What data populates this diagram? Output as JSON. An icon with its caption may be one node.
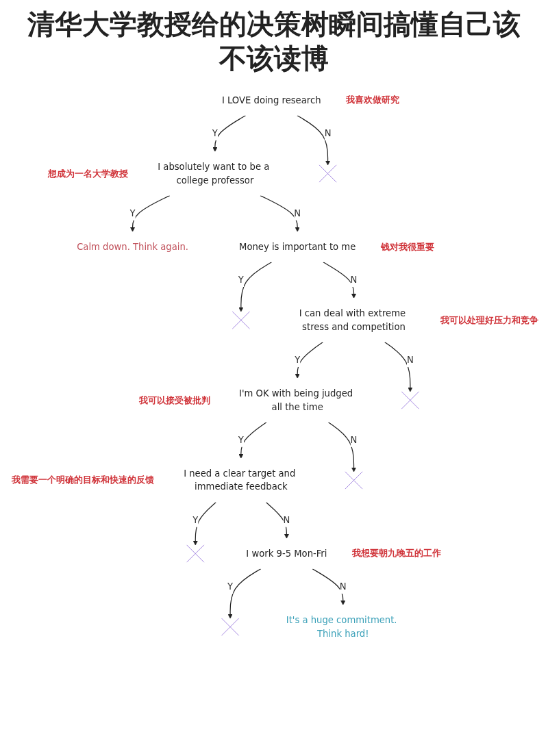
{
  "diagram": {
    "title": "清华大学教授给的决策树瞬间搞懂自己该不该读博",
    "nodes": [
      {
        "text": [
          "I LOVE doing research"
        ],
        "beside": [
          "我喜欢做研究"
        ]
      },
      {
        "text": [
          "I absolutely want to be a college professor"
        ],
        "beside": [
          "想成为一名大学教授"
        ]
      },
      {
        "text": [],
        "shape": "cross"
      },
      {
        "text": [
          "Calm down. Think again."
        ]
      },
      {
        "text": [
          "Money is important to me"
        ],
        "beside": [
          "钱对我很重要"
        ]
      },
      {
        "text": [],
        "shape": "cross"
      },
      {
        "text": [
          "I can deal with extreme stress and competition"
        ],
        "beside": [
          "我可以处理好压力和竞争"
        ]
      },
      {
        "text": [
          "I'm OK with being judged all the time"
        ],
        "beside": [
          "我可以接受被批判"
        ]
      },
      {
        "text": [],
        "shape": "cross"
      },
      {
        "text": [
          "I need a clear target and immediate feedback"
        ],
        "beside": [
          "我需要一个明确的目标和快速的反馈"
        ]
      },
      {
        "text": [],
        "shape": "cross"
      },
      {
        "text": [],
        "shape": "cross"
      },
      {
        "text": [
          "I work 9-5 Mon-Fri"
        ],
        "beside": [
          "我想要朝九晚五的工作"
        ]
      },
      {
        "text": [],
        "shape": "cross"
      },
      {
        "text": [
          "It's a huge commitment. Think hard!"
        ]
      }
    ],
    "edges": [
      {
        "from": 0,
        "to": 1,
        "arrow": "to",
        "label": "Y"
      },
      {
        "from": 0,
        "to": 2,
        "arrow": "to",
        "label": "N"
      },
      {
        "from": 1,
        "to": 3,
        "arrow": "to",
        "label": "Y"
      },
      {
        "from": 1,
        "to": 4,
        "arrow": "to",
        "label": "N"
      },
      {
        "from": 4,
        "to": 5,
        "arrow": "to",
        "label": "Y"
      },
      {
        "from": 4,
        "to": 6,
        "arrow": "to",
        "label": "N"
      },
      {
        "from": 6,
        "to": 7,
        "arrow": "to",
        "label": "Y"
      },
      {
        "from": 6,
        "to": 8,
        "arrow": "to",
        "label": "N"
      },
      {
        "from": 7,
        "to": 9,
        "arrow": "to",
        "label": "Y"
      },
      {
        "from": 7,
        "to": 10,
        "arrow": "to",
        "label": "N"
      },
      {
        "from": 9,
        "to": 11,
        "arrow": "to",
        "label": "Y"
      },
      {
        "from": 9,
        "to": 12,
        "arrow": "to",
        "label": "N"
      },
      {
        "from": 12,
        "to": 13,
        "arrow": "to",
        "label": "Y"
      },
      {
        "from": 12,
        "to": 14,
        "arrow": "to",
        "label": "N"
      }
    ]
  }
}
